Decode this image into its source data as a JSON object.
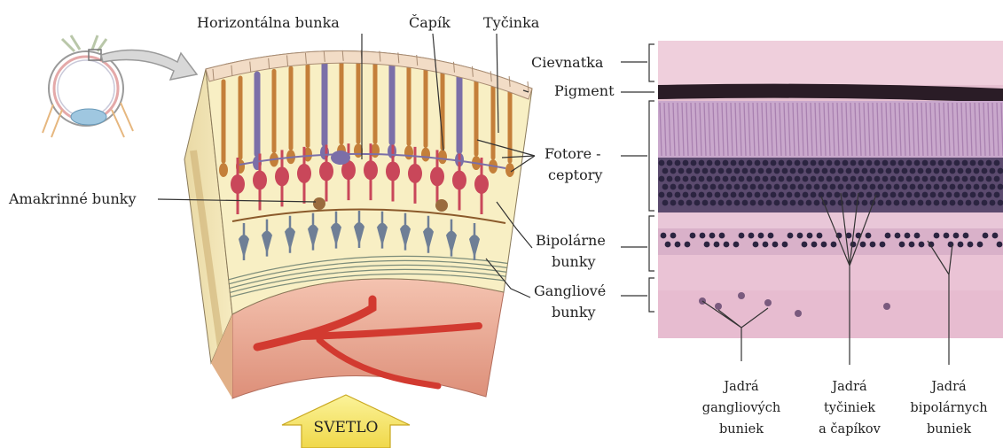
{
  "labels": {
    "horizontal_cell": "Horizontálna bunka",
    "cone": "Čapík",
    "rod": "Tyčinka",
    "amacrine": "Amakrinné bunky",
    "choroid": "Cievnatka",
    "pigment": "Pigment",
    "photoreceptors_1": "Fotore -",
    "photoreceptors_2": "ceptory",
    "bipolar_1": "Bipolárne",
    "bipolar_2": "bunky",
    "ganglion_1": "Gangliové",
    "ganglion_2": "bunky",
    "light": "SVETLO",
    "nuclei_ganglion": [
      "Jadrá",
      "gangliových",
      "buniek"
    ],
    "nuclei_rods_cones": [
      "Jadrá",
      "tyčiniek",
      "a čapíkov"
    ],
    "nuclei_bipolar": [
      "Jadrá",
      "bipolárnych",
      "buniek"
    ]
  },
  "colors": {
    "rod_cell": "#c47f3a",
    "cone_cell": "#7b6fa8",
    "bipolar_cell": "#c9475a",
    "ganglion_cell": "#6f7f96",
    "blood_vessel": "#d23a30",
    "light_arrow": "#f7e86a",
    "histology_pink": "#e7b9cf",
    "histology_nuclei": "#2b2440"
  }
}
